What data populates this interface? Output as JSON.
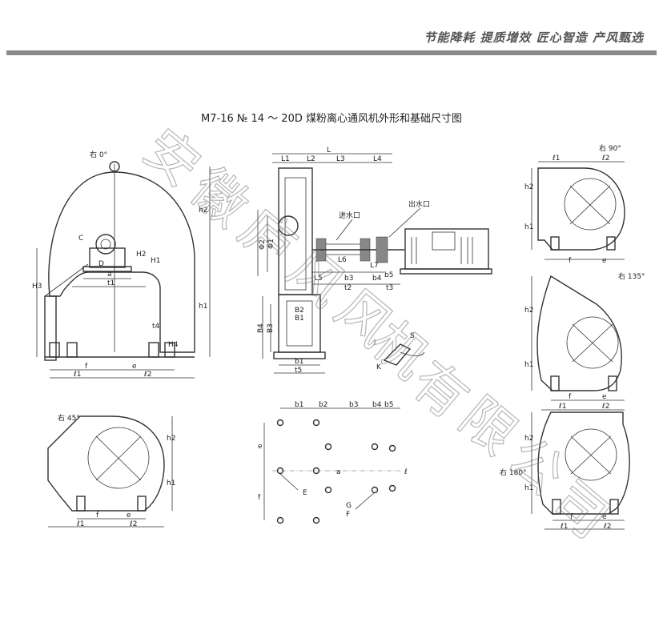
{
  "header": {
    "slogan": "节能降耗 提质增效 匠心智造 产风甄选"
  },
  "title": "M7-16 № 14 ～ 20D 煤粉离心通风机外形和基础尺寸图",
  "watermark": [
    "安",
    "徽",
    "庐",
    "风",
    "风",
    "机",
    "有",
    "限",
    "公",
    "司"
  ],
  "views": {
    "right0": {
      "orientation": "右 0°",
      "labels": [
        "C",
        "D",
        "H2",
        "H1",
        "a",
        "t1",
        "H3",
        "h2",
        "h1",
        "t4",
        "H4",
        "f",
        "e",
        "ℓ1",
        "ℓ2"
      ]
    },
    "side": {
      "labels": [
        "L",
        "L1",
        "L2",
        "L3",
        "L4",
        "Φ2",
        "Φ1",
        "L6",
        "L5",
        "L7",
        "b3",
        "b4",
        "b5",
        "t2",
        "t3",
        "B2",
        "B1",
        "B4",
        "B3",
        "b1",
        "t5",
        "S",
        "K"
      ],
      "inlet_water": "进水口",
      "outlet_water": "出水口"
    },
    "right90": {
      "orientation": "右 90°",
      "labels": [
        "ℓ1",
        "ℓ2",
        "h2",
        "h1",
        "f",
        "e"
      ]
    },
    "right135": {
      "orientation": "右 135°",
      "labels": [
        "h2",
        "h1",
        "f",
        "e",
        "ℓ1",
        "ℓ2"
      ]
    },
    "right45": {
      "orientation": "右 45°",
      "labels": [
        "h2",
        "h1",
        "f",
        "e",
        "ℓ1",
        "ℓ2"
      ]
    },
    "foundation": {
      "labels": [
        "b1",
        "b2",
        "b3",
        "b4",
        "b5",
        "e",
        "a",
        "f",
        "ℓ",
        "E",
        "G",
        "F"
      ]
    },
    "right180": {
      "orientation": "右 180°",
      "labels": [
        "h2",
        "h1",
        "f",
        "e",
        "ℓ1",
        "ℓ2"
      ]
    }
  }
}
